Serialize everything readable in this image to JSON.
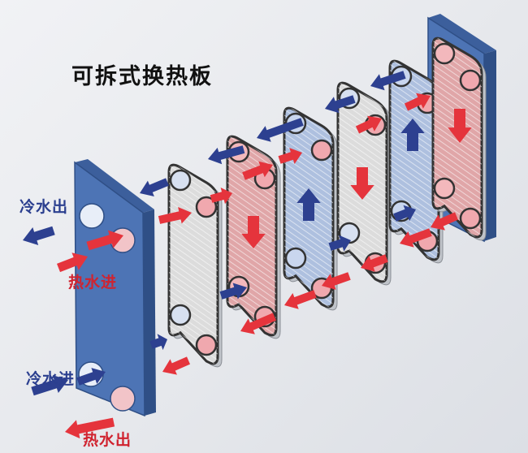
{
  "title": "可拆式换热板",
  "labels": {
    "cold_out": "冷水出",
    "hot_in": "热水进",
    "cold_in": "冷水进",
    "hot_out": "热水出"
  },
  "colors": {
    "frame_blue": "#4d74b5",
    "hot_red": "#e5343c",
    "cold_blue": "#2d4090",
    "hot_plate": "#e0a6a8",
    "cold_plate": "#aec0df",
    "neutral_plate": "#dcdcdc",
    "gasket": "#333333"
  },
  "plates": [
    {
      "type": "neutral-plate",
      "flow": "none"
    },
    {
      "type": "hot-plate",
      "flow": "down"
    },
    {
      "type": "cold-plate",
      "flow": "up"
    },
    {
      "type": "neutral-plate",
      "flow": "down"
    },
    {
      "type": "cold-plate",
      "flow": "up"
    },
    {
      "type": "hot-plate",
      "flow": "down"
    }
  ]
}
